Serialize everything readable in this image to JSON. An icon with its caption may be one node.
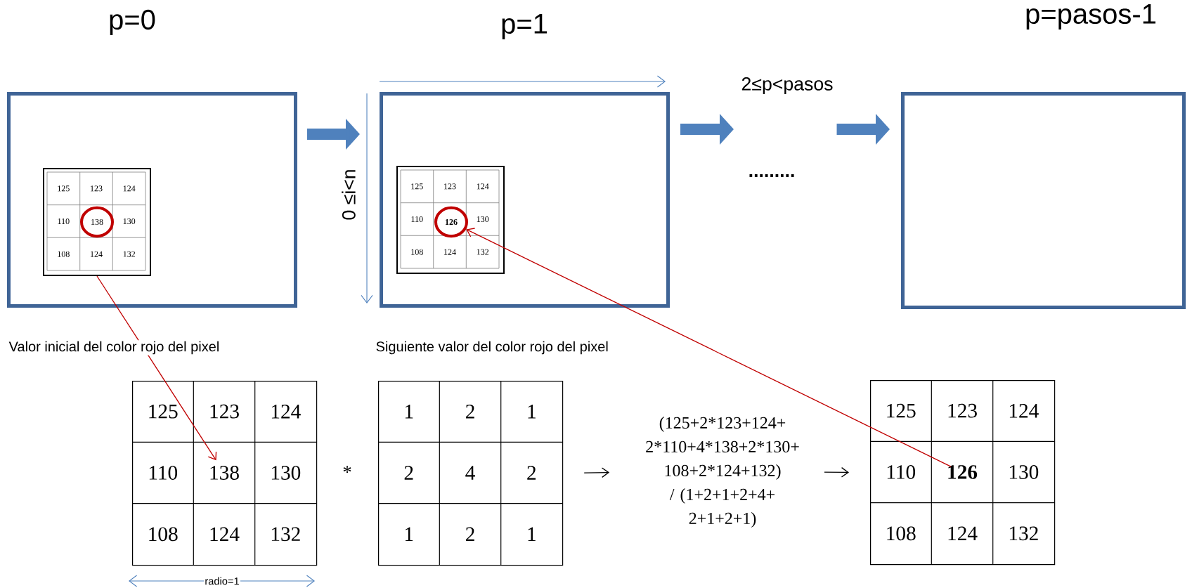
{
  "diagram": {
    "nodes": [
      {
        "text": [
          "p=0"
        ]
      },
      {
        "text": [
          "125",
          "123",
          "124",
          "110",
          "130",
          "108",
          "124",
          "132"
        ],
        "in": 0
      },
      {
        "text": [
          "138"
        ],
        "in": 1
      },
      {
        "text": [
          "p=1"
        ]
      },
      {
        "text": [
          "125",
          "123",
          "124",
          "110",
          "130",
          "108",
          "124",
          "132"
        ],
        "in": 3
      },
      {
        "text": [
          "**126**"
        ],
        "in": 4
      },
      {
        "text": [
          "2≤p<pasos",
          "........."
        ]
      },
      {
        "text": [
          "p=pasos-1"
        ]
      },
      {
        "text": [
          "125",
          "123",
          "124",
          "110",
          "138",
          "130",
          "108",
          "124",
          "132"
        ]
      },
      {
        "text": [
          "1",
          "2",
          "1",
          "2",
          "4",
          "2",
          "1",
          "2",
          "1"
        ]
      },
      {
        "text": [
          "(125+2*123+124+ 2*110+4*138+2*130+ 108+2*124+132)",
          "/ (1+2+1+2+4+ 2+1+2+1)"
        ]
      },
      {
        "text": [
          "125",
          "123",
          "124",
          "110",
          "**126**",
          "130",
          "108",
          "124",
          "132"
        ]
      }
    ],
    "edges": [
      {
        "from": 0,
        "to": 3,
        "arrow": "to",
        "style": "thick"
      },
      {
        "from": 3,
        "to": 6,
        "arrow": "to",
        "style": "thick"
      },
      {
        "from": 6,
        "to": 7,
        "arrow": "to",
        "style": "thick"
      },
      {
        "from": 1,
        "to": 8,
        "arrow": "to",
        "color": "#c00000"
      },
      {
        "from": 11,
        "to": 5,
        "arrow": "to",
        "color": "#c00000"
      },
      {
        "from": 9,
        "to": 10,
        "arrow": "to",
        "color": "#000000"
      },
      {
        "from": 10,
        "to": 11,
        "arrow": "to",
        "color": "#000000"
      }
    ],
    "labels": [
      "0 ≤i<n",
      "Valor inicial del color rojo del pixel",
      "Siguiente valor del color rojo del pixel",
      "*",
      "radio=1"
    ]
  }
}
